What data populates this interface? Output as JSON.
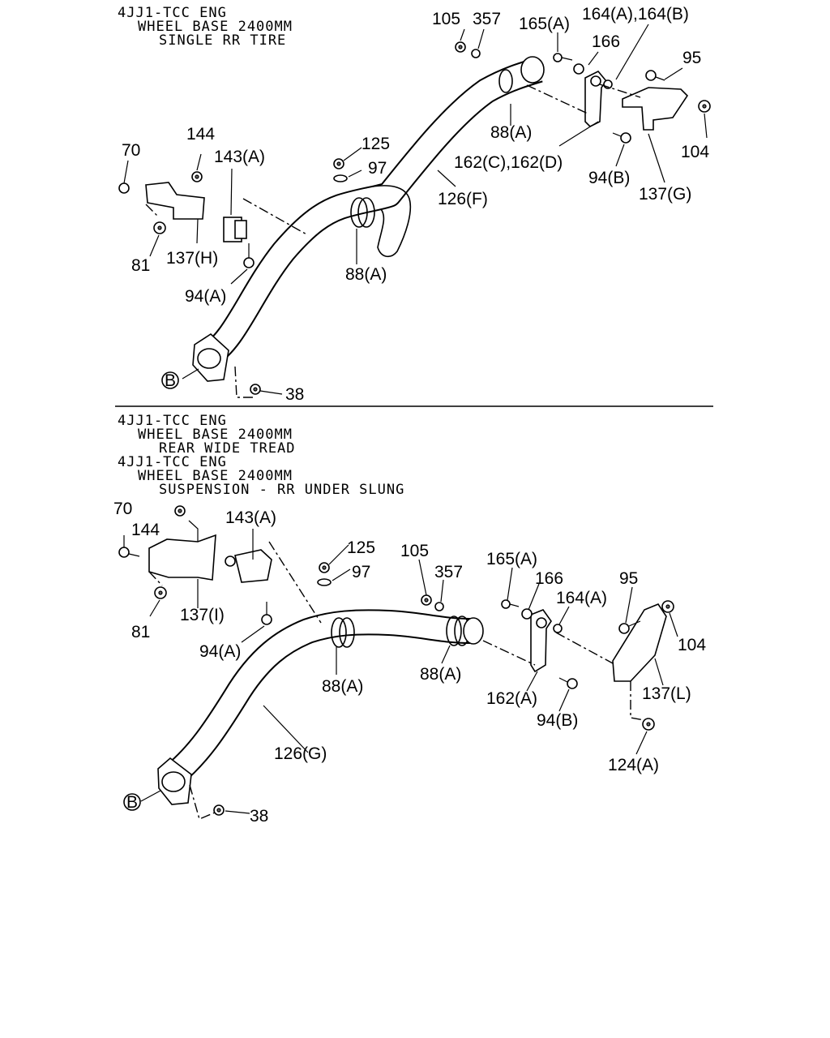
{
  "diagram_a": {
    "header": [
      "4JJ1-TCC ENG",
      "WHEEL BASE 2400MM",
      "SINGLE RR TIRE"
    ],
    "labels": {
      "p105": "105",
      "p357": "357",
      "p165a": "165(A)",
      "p164ab": "164(A),164(B)",
      "p166": "166",
      "p95": "95",
      "p88a_top": "88(A)",
      "p104": "104",
      "p162cd": "162(C),162(D)",
      "p94b": "94(B)",
      "p137g": "137(G)",
      "p126f": "126(F)",
      "p125": "125",
      "p97": "97",
      "p144": "144",
      "p70": "70",
      "p143a": "143(A)",
      "p81": "81",
      "p137h": "137(H)",
      "p88a_mid": "88(A)",
      "p94a": "94(A)",
      "pB": "B",
      "p38": "38"
    }
  },
  "diagram_b": {
    "header": [
      "4JJ1-TCC ENG",
      "WHEEL BASE 2400MM",
      "REAR WIDE TREAD",
      "4JJ1-TCC ENG",
      "WHEEL BASE 2400MM",
      "SUSPENSION - RR UNDER SLUNG"
    ],
    "labels": {
      "p70": "70",
      "p144": "144",
      "p143a": "143(A)",
      "p125": "125",
      "p97": "97",
      "p105": "105",
      "p357": "357",
      "p165a": "165(A)",
      "p166": "166",
      "p164a": "164(A)",
      "p95": "95",
      "p104": "104",
      "p81": "81",
      "p137i": "137(I)",
      "p94a": "94(A)",
      "p88a_l": "88(A)",
      "p88a_r": "88(A)",
      "p162a": "162(A)",
      "p94b": "94(B)",
      "p137l": "137(L)",
      "p126g": "126(G)",
      "p124a": "124(A)",
      "pB": "B",
      "p38": "38"
    }
  }
}
